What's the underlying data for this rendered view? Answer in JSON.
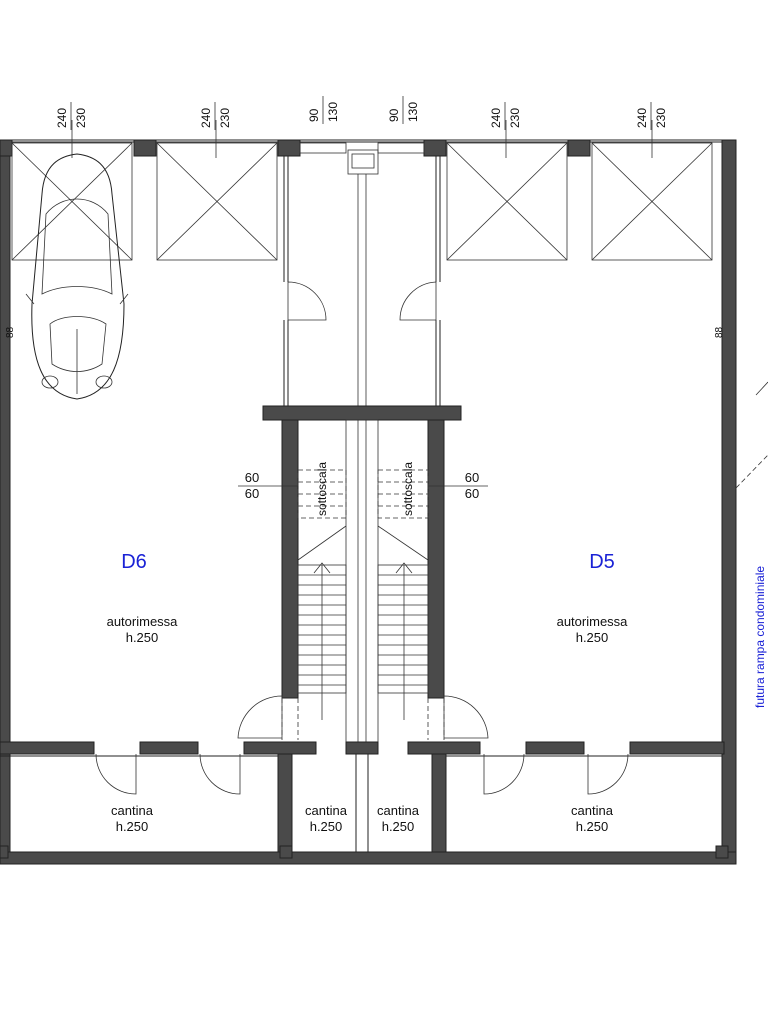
{
  "units": [
    {
      "code": "D6",
      "garage_label": "autorimessa",
      "garage_height": "h.250"
    },
    {
      "code": "D5",
      "garage_label": "autorimessa",
      "garage_height": "h.250"
    }
  ],
  "cellars": [
    {
      "label": "cantina",
      "height": "h.250"
    },
    {
      "label": "cantina",
      "height": "h.250"
    },
    {
      "label": "cantina",
      "height": "h.250"
    },
    {
      "label": "cantina",
      "height": "h.250"
    }
  ],
  "understair": {
    "left": "sottoscala",
    "right": "sottoscala"
  },
  "window_dims": [
    {
      "width": "240",
      "height": "230"
    },
    {
      "width": "240",
      "height": "230"
    },
    {
      "width": "90",
      "height": "130"
    },
    {
      "width": "90",
      "height": "130"
    },
    {
      "width": "240",
      "height": "230"
    },
    {
      "width": "240",
      "height": "230"
    }
  ],
  "opening_dims": {
    "left": {
      "top": "60",
      "bottom": "60"
    },
    "right": {
      "top": "60",
      "bottom": "60"
    }
  },
  "pillar_marks": {
    "left": "88",
    "right": "88"
  },
  "ramp_note": "futura rampa condominiale",
  "colors": {
    "walls": "#4a4a4a",
    "labels": "#1a22d6"
  }
}
